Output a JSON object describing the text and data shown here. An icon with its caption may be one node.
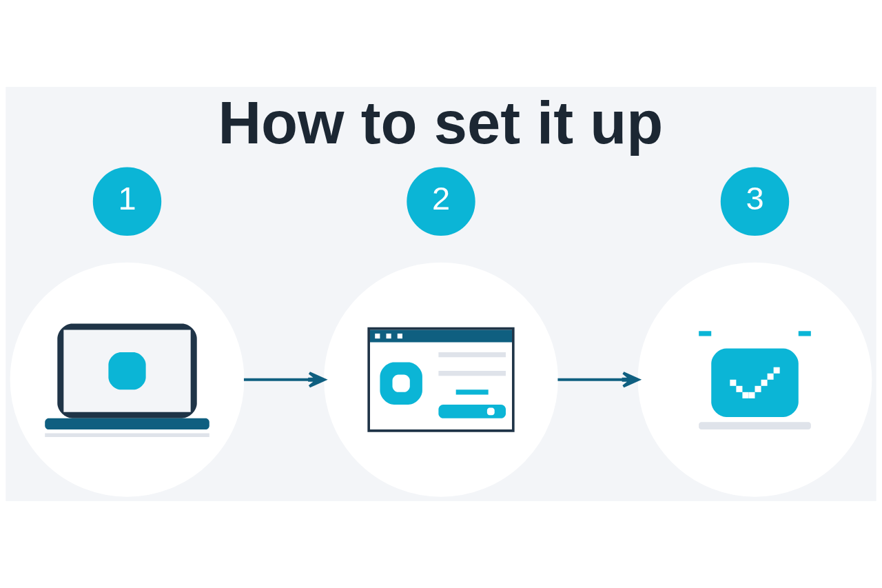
{
  "diagram": {
    "title": "How to set it up",
    "nodes": [
      {
        "text": [
          "1"
        ]
      },
      {
        "text": [],
        "shape": "picture"
      },
      {
        "text": [
          "2"
        ]
      },
      {
        "text": [],
        "shape": "picture"
      },
      {
        "text": [
          "3"
        ]
      },
      {
        "text": [],
        "shape": "picture"
      }
    ],
    "edges": [
      {
        "from": 1,
        "to": 3,
        "arrow": "to"
      },
      {
        "from": 3,
        "to": 5,
        "arrow": "to"
      }
    ]
  }
}
